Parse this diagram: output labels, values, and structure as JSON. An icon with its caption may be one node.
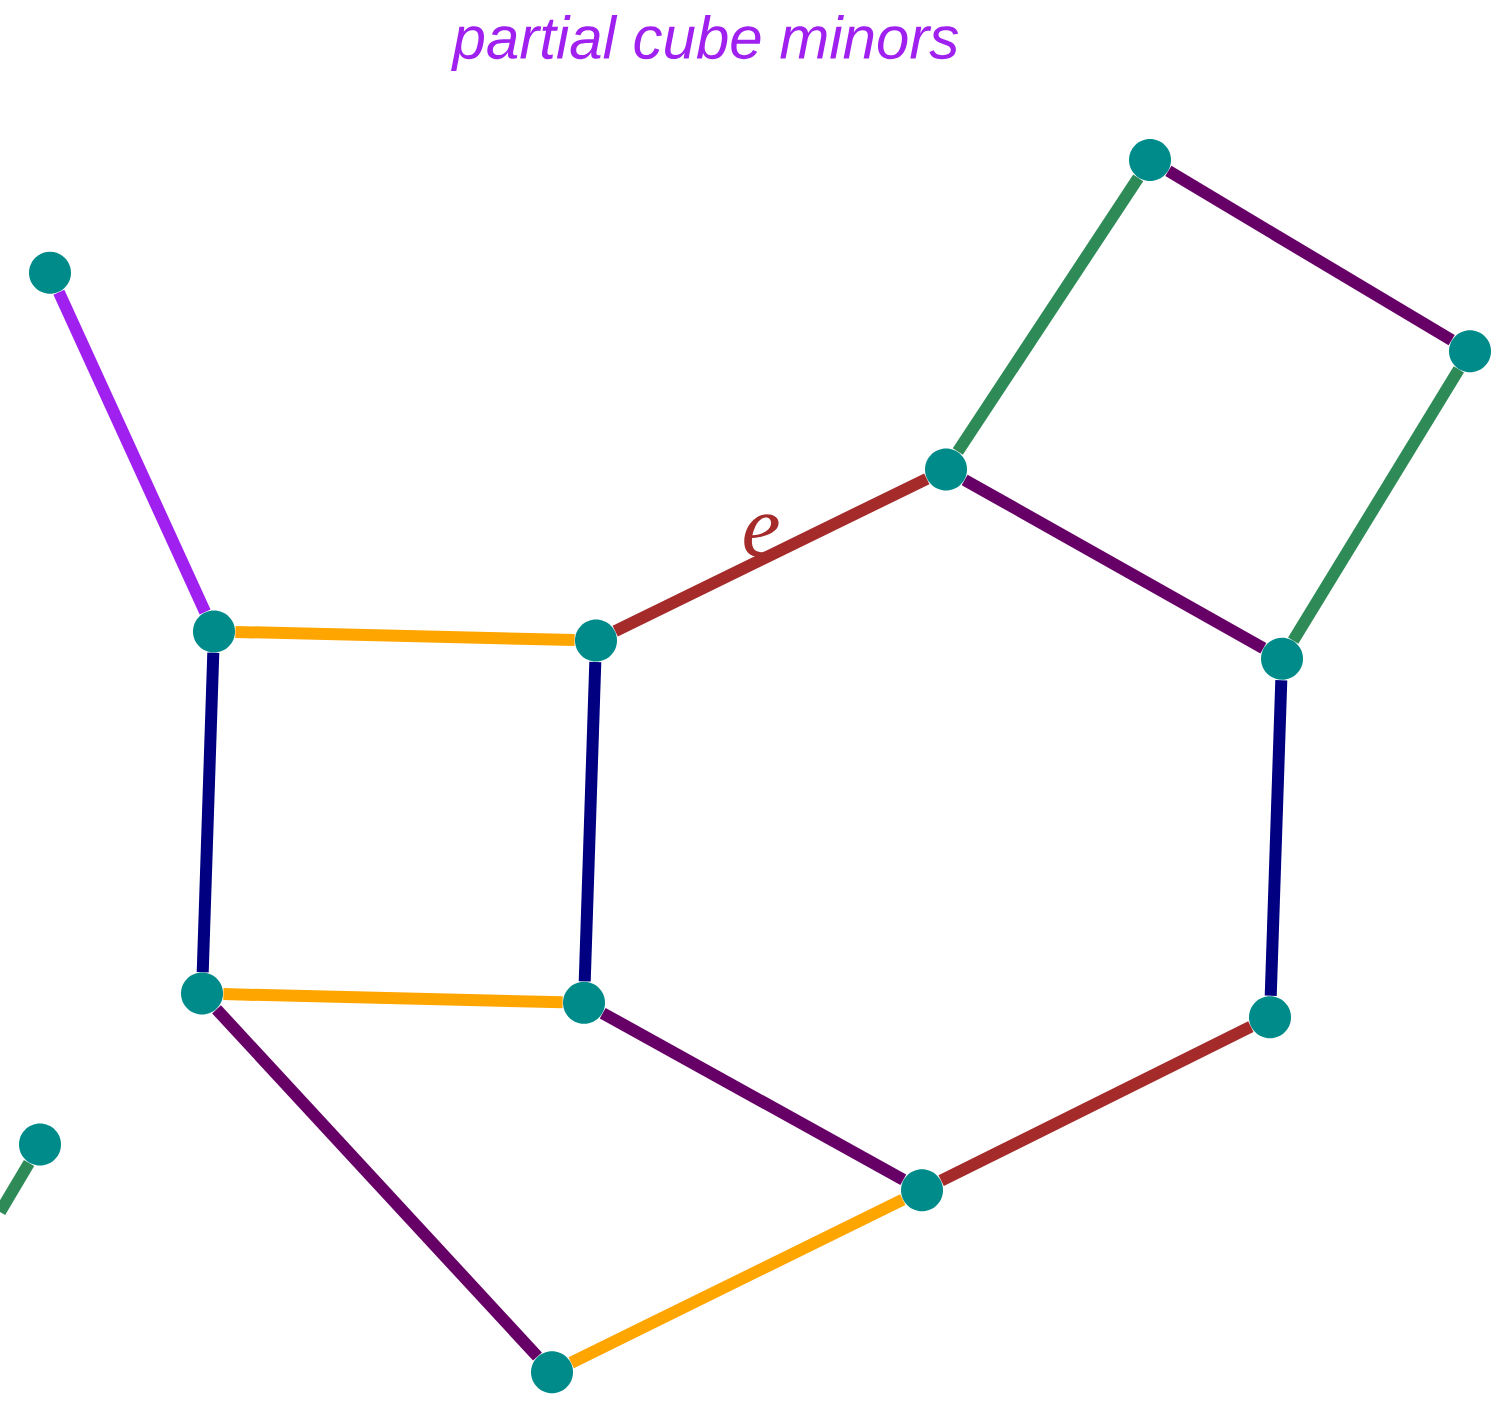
{
  "diagram": {
    "title": "partial cube minors",
    "nodes": [
      {
        "text": [],
        "shape": "circle"
      },
      {
        "text": [],
        "shape": "circle"
      },
      {
        "text": [],
        "shape": "circle"
      },
      {
        "text": [],
        "shape": "circle"
      },
      {
        "text": [],
        "shape": "circle"
      },
      {
        "text": [],
        "shape": "circle"
      },
      {
        "text": [],
        "shape": "circle"
      },
      {
        "text": [],
        "shape": "circle"
      },
      {
        "text": [],
        "shape": "circle"
      },
      {
        "text": [],
        "shape": "circle"
      },
      {
        "text": [],
        "shape": "circle"
      },
      {
        "text": [],
        "shape": "circle"
      },
      {
        "text": [],
        "shape": "circle"
      }
    ],
    "edges": [
      {
        "from": 0,
        "to": 4,
        "arrow": "none",
        "color": "#a020f0"
      },
      {
        "from": 4,
        "to": 5,
        "arrow": "none",
        "color": "#ffa500"
      },
      {
        "from": 5,
        "to": 3,
        "arrow": "none",
        "color": "#a52a2a",
        "label": "e"
      },
      {
        "from": 3,
        "to": 1,
        "arrow": "none",
        "color": "#2e8b57"
      },
      {
        "from": 1,
        "to": 2,
        "arrow": "none",
        "color": "#660066"
      },
      {
        "from": 2,
        "to": 6,
        "arrow": "none",
        "color": "#2e8b57"
      },
      {
        "from": 3,
        "to": 6,
        "arrow": "none",
        "color": "#660066"
      },
      {
        "from": 4,
        "to": 7,
        "arrow": "none",
        "color": "#000080"
      },
      {
        "from": 5,
        "to": 8,
        "arrow": "none",
        "color": "#000080"
      },
      {
        "from": 6,
        "to": 9,
        "arrow": "none",
        "color": "#000080"
      },
      {
        "from": 7,
        "to": 8,
        "arrow": "none",
        "color": "#ffa500"
      },
      {
        "from": 7,
        "to": 12,
        "arrow": "none",
        "color": "#660066"
      },
      {
        "from": 8,
        "to": 11,
        "arrow": "none",
        "color": "#660066"
      },
      {
        "from": 11,
        "to": 9,
        "arrow": "none",
        "color": "#a52a2a"
      },
      {
        "from": 12,
        "to": 11,
        "arrow": "none",
        "color": "#ffa500"
      },
      {
        "from": 10,
        "to": null,
        "arrow": "none",
        "color": "#2e8b57"
      }
    ]
  }
}
